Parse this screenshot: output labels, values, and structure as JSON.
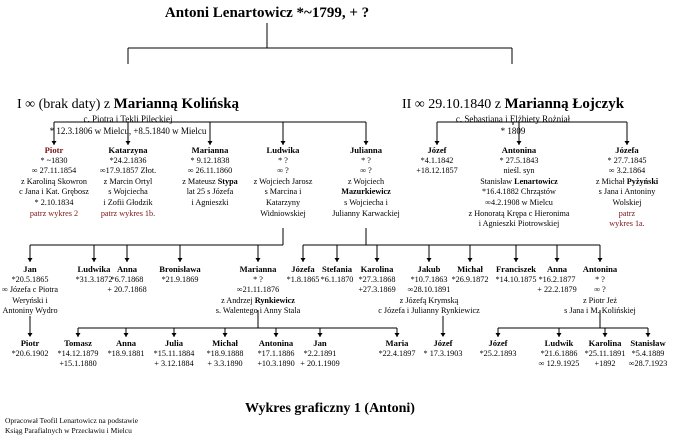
{
  "title": "Antoni Lenartowicz *~1799, + ?",
  "spouse1": {
    "pre": "I ∞ (brak daty) z ",
    "name": "Marianną Kolińską",
    "lines": [
      "c. Piotra i Tekli Pileckiej",
      "* 12.3.1806 w Mielcu, +8.5.1840 w Mielcu"
    ]
  },
  "spouse2": {
    "pre": "II ∞ 29.10.1840 z ",
    "name": "Marianną Łojczyk",
    "lines": [
      "c. Sebastiana i Elżbiety Rożniał",
      "* 1809"
    ]
  },
  "people": [
    {
      "name": "Piotr",
      "red": true,
      "lines": [
        {
          "pre": "* ~1830"
        },
        {
          "pre": "∞ 27.11.1854"
        },
        {
          "pre": "z Karoliną Skowron"
        },
        {
          "pre": "c Jana i Kat. Grębosz"
        },
        {
          "pre": "* 2.10.1834"
        },
        {
          "pre": "patrz wykres 2",
          "red": true
        }
      ]
    },
    {
      "name": "Katarzyna",
      "lines": [
        {
          "pre": "*24.2.1836"
        },
        {
          "pre": "∞17.9.1857 Złot."
        },
        {
          "pre": "z Marcin Ortyl"
        },
        {
          "pre": "s Wojciecha"
        },
        {
          "pre": "i Zofii Głodzik"
        },
        {
          "pre": "patrz wykres 1b.",
          "red": true
        }
      ]
    },
    {
      "name": "Marianna",
      "lines": [
        {
          "pre": "* 9.12.1838"
        },
        {
          "pre": "∞ 26.11.1860"
        },
        {
          "pre": "z Mateusz ",
          "b": "Stypa"
        },
        {
          "pre": "lat 25 s Józefa"
        },
        {
          "pre": "i Agnieszki"
        }
      ]
    },
    {
      "name": "Ludwika",
      "lines": [
        {
          "pre": "* ?"
        },
        {
          "pre": "∞ ?"
        },
        {
          "pre": "z Wojciech Jarosz"
        },
        {
          "pre": "s Marcina i"
        },
        {
          "pre": "Katarzyny"
        },
        {
          "pre": "Widniowskiej"
        }
      ]
    },
    {
      "name": "Julianna",
      "lines": [
        {
          "pre": "* ?"
        },
        {
          "pre": "∞ ?"
        },
        {
          "pre": "z Wojciech"
        },
        {
          "b": "Mazurkiewicz"
        },
        {
          "pre": "s Wojciecha i"
        },
        {
          "pre": "Julianny Karwackiej"
        }
      ]
    },
    {
      "name": "Józef",
      "lines": [
        {
          "pre": "*4.1.1842"
        },
        {
          "pre": "+18.12.1857"
        }
      ]
    },
    {
      "name": "Antonina",
      "lines": [
        {
          "pre": "* 27.5.1843"
        },
        {
          "pre": "nieśl. syn"
        },
        {
          "pre": "Stanisław ",
          "b": "Lenartowicz"
        },
        {
          "pre": "*16.4.1882 Chrząstów"
        },
        {
          "pre": "∞4.2.1908 w Mielcu"
        },
        {
          "pre": "z Honoratą Krępa c Hieronima"
        },
        {
          "pre": "i Agnieszki Piotrowskiej"
        }
      ]
    },
    {
      "name": "Józefa",
      "lines": [
        {
          "pre": "* 27.7.1845"
        },
        {
          "pre": "∞ 3.2.1864"
        },
        {
          "pre": "z Michał ",
          "b": "Pyżyński"
        },
        {
          "pre": "s Jana i Antoniny"
        },
        {
          "pre": "Wolskiej"
        },
        {
          "pre": "patrz",
          "red": true
        },
        {
          "pre": "wykres 1a.",
          "red": true
        }
      ]
    },
    {
      "name": "Jan",
      "lines": [
        {
          "pre": "*20.5.1865"
        },
        {
          "pre": "∞ Józefa c Piotra"
        },
        {
          "pre": "Weryński i"
        },
        {
          "pre": "Antoniny Wydro"
        }
      ]
    },
    {
      "name": "Ludwika",
      "lines": [
        {
          "pre": "*31.3.1872"
        }
      ]
    },
    {
      "name": "Anna",
      "lines": [
        {
          "pre": "*6.7.1868"
        },
        {
          "pre": "+ 20.7.1868"
        }
      ]
    },
    {
      "name": "Bronisława",
      "lines": [
        {
          "pre": "*21.9.1869"
        }
      ]
    },
    {
      "name": "Marianna",
      "lines": [
        {
          "pre": "* ?"
        },
        {
          "pre": "∞21.11.1876"
        },
        {
          "pre": "z Andrzej ",
          "b": "Rynkiewicz"
        },
        {
          "pre": "s. Walentego i Anny Stala"
        }
      ]
    },
    {
      "name": "Józefa",
      "lines": [
        {
          "pre": "*1.8.1865"
        }
      ]
    },
    {
      "name": "Stefania",
      "lines": [
        {
          "pre": "*6.1.1870"
        }
      ]
    },
    {
      "name": "Karolina",
      "lines": [
        {
          "pre": "*27.3.1868"
        },
        {
          "pre": "+27.3.1869"
        }
      ]
    },
    {
      "name": "Jakub",
      "lines": [
        {
          "pre": "*10.7.1863"
        },
        {
          "pre": "∞28.10.1891"
        },
        {
          "pre": "z Józefą Krymską"
        },
        {
          "pre": "c Józefa i Julianny Rynkiewicz"
        }
      ]
    },
    {
      "name": "Michał",
      "lines": [
        {
          "pre": "*26.9.1872"
        }
      ]
    },
    {
      "name": "Franciszek",
      "lines": [
        {
          "pre": "*14.10.1875"
        }
      ]
    },
    {
      "name": "Anna",
      "lines": [
        {
          "pre": "*16.2.1877"
        },
        {
          "pre": "+ 22.2.1879"
        }
      ]
    },
    {
      "name": "Antonina",
      "lines": [
        {
          "pre": "* ?"
        },
        {
          "pre": "∞ ?"
        },
        {
          "pre": "z Piotr Jeż"
        },
        {
          "pre": "s Jana i M. Kolińskiej"
        }
      ]
    },
    {
      "name": "Piotr",
      "lines": [
        {
          "pre": "*20.6.1902"
        }
      ]
    },
    {
      "name": "Tomasz",
      "lines": [
        {
          "pre": "*14.12.1879"
        },
        {
          "pre": "+15.1.1880"
        }
      ]
    },
    {
      "name": "Anna",
      "lines": [
        {
          "pre": "*18.9.1881"
        }
      ]
    },
    {
      "name": "Julia",
      "lines": [
        {
          "pre": "*15.11.1884"
        },
        {
          "pre": "+ 3.12.1884"
        }
      ]
    },
    {
      "name": "Michał",
      "lines": [
        {
          "pre": "*18.9.1888"
        },
        {
          "pre": "+ 3.3.1890"
        }
      ]
    },
    {
      "name": "Antonina",
      "lines": [
        {
          "pre": "*17.1.1886"
        },
        {
          "pre": "+10.3.1890"
        }
      ]
    },
    {
      "name": "Jan",
      "lines": [
        {
          "pre": "*2.2.1891"
        },
        {
          "pre": "+ 20.1.1909"
        }
      ]
    },
    {
      "name": "Maria",
      "lines": [
        {
          "pre": "*22.4.1897"
        }
      ]
    },
    {
      "name": "Józef",
      "lines": [
        {
          "pre": "* 17.3.1903"
        }
      ]
    },
    {
      "name": "Józef",
      "lines": [
        {
          "pre": "*25.2.1893"
        }
      ]
    },
    {
      "name": "Ludwik",
      "lines": [
        {
          "pre": "*21.6.1886"
        },
        {
          "pre": "∞ 12.9.1925"
        }
      ]
    },
    {
      "name": "Karolina",
      "lines": [
        {
          "pre": "*25.11.1891"
        },
        {
          "pre": "+1892"
        }
      ]
    },
    {
      "name": "Stanisław",
      "lines": [
        {
          "pre": "*5.4.1889"
        },
        {
          "pre": "∞28.7.1923"
        }
      ]
    }
  ],
  "chart_title": "Wykres graficzny 1 (Antoni)",
  "footer": [
    "Opracował Teofil Lenartowicz na podstawie",
    "Ksiąg Parafialnych w Przecławiu i Mielcu"
  ],
  "colors": {
    "note": "#7a1414",
    "line": "#000000"
  }
}
